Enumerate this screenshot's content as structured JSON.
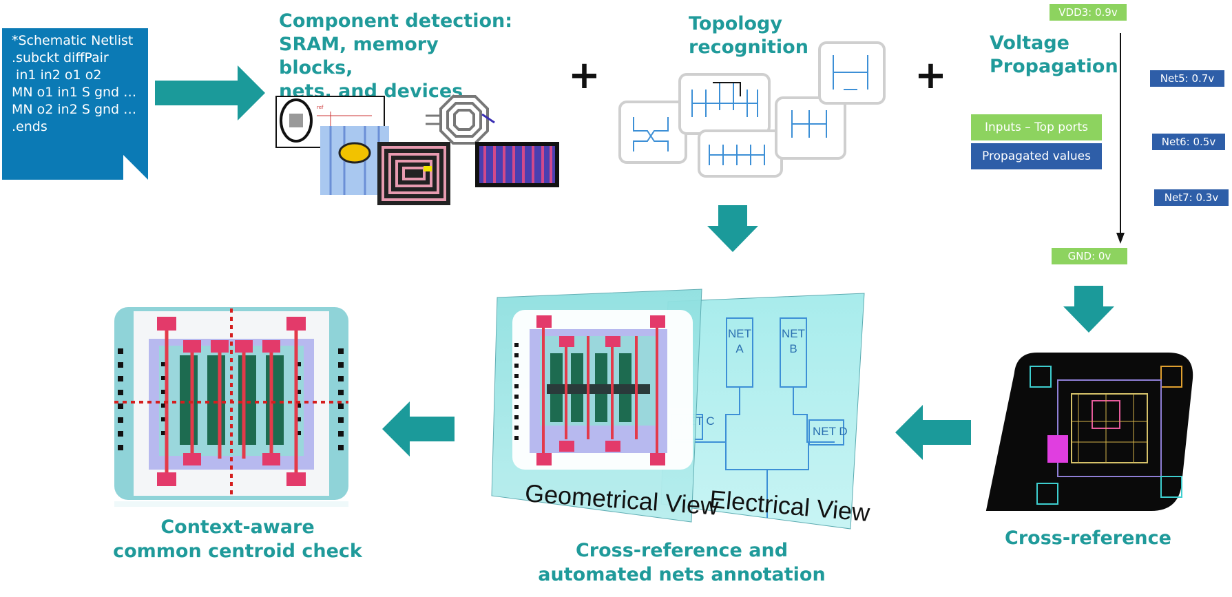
{
  "netlist": {
    "lines": [
      "*Schematic Netlist",
      "",
      ".subckt diffPair",
      " in1 in2 o1 o2",
      "MN o1 in1 S gnd …",
      "MN o2 in2 S gnd …",
      ".ends"
    ]
  },
  "steps": {
    "component_detection": {
      "line1": "Component detection:",
      "line2": "SRAM, memory blocks,",
      "line3": "nets, and devices"
    },
    "topology": {
      "line1": "Topology",
      "line2": "recognition"
    },
    "voltage": {
      "line1": "Voltage",
      "line2": "Propagation"
    },
    "plus": "+"
  },
  "voltage_tags": {
    "vdd": "VDD3: 0.9v",
    "gnd": "GND: 0v",
    "net5": "Net5: 0.7v",
    "net6": "Net6: 0.5v",
    "net7": "Net7: 0.3v"
  },
  "legend": {
    "inputs": "Inputs – Top ports",
    "propagated": "Propagated values"
  },
  "views": {
    "geometrical": "Geometrical View",
    "electrical": "Electrical View",
    "net_a_1": "NET",
    "net_a_2": "A",
    "net_b_1": "NET",
    "net_b_2": "B",
    "net_c": "NET C",
    "net_d": "NET D"
  },
  "captions": {
    "centroid_1": "Context-aware",
    "centroid_2": "common centroid check",
    "annotation_1": "Cross-reference and",
    "annotation_2": "automated nets annotation",
    "crossref": "Cross-reference"
  },
  "colors": {
    "teal": "#1f9a9a",
    "netlist_blue": "#0b7ab5",
    "tag_green": "#8dd35f",
    "tag_blue": "#2e5ea8"
  }
}
